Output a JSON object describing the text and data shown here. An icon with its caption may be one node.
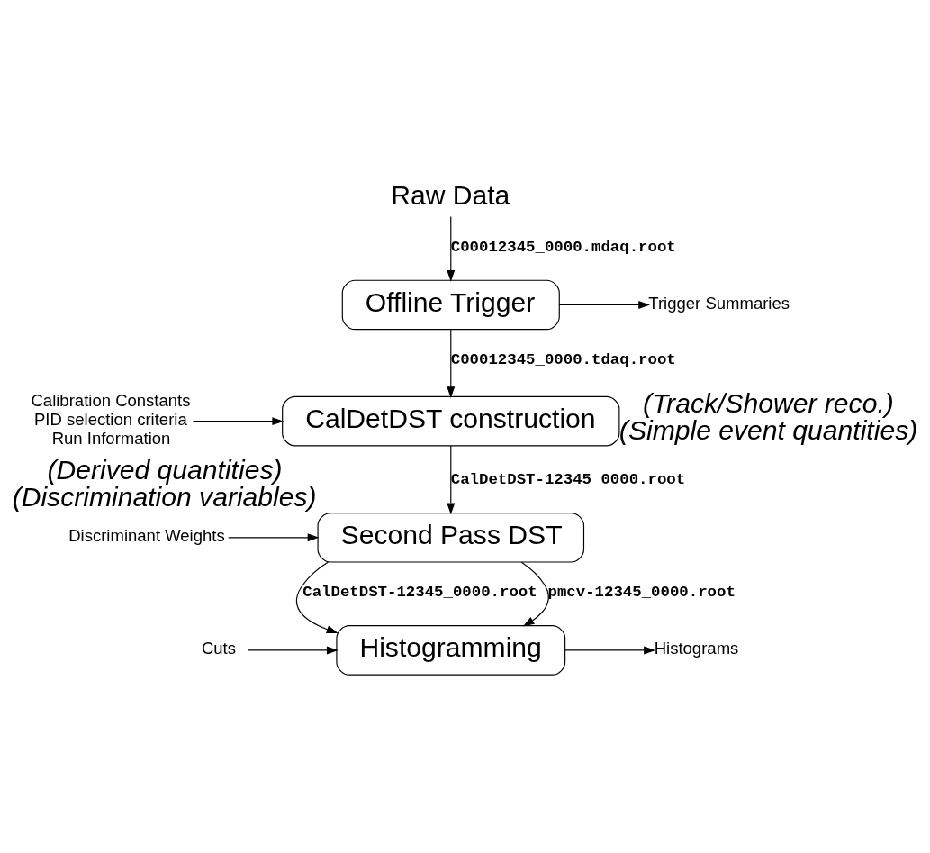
{
  "diagram": {
    "nodes": [
      {
        "text": [
          "Raw Data"
        ]
      },
      {
        "text": [
          "Offline Trigger"
        ]
      },
      {
        "text": [
          "Trigger Summaries"
        ]
      },
      {
        "text": [
          "Calibration Constants",
          "PID selection criteria",
          "Run Information"
        ]
      },
      {
        "text": [
          "CalDetDST construction"
        ],
        "beside": [
          "(Track/Shower reco.)",
          "(Simple event quantities)"
        ]
      },
      {
        "text": [
          "Discriminant Weights"
        ]
      },
      {
        "text": [
          "Second Pass DST"
        ],
        "beside": [
          "(Derived quantities)",
          "(Discrimination variables)"
        ]
      },
      {
        "text": [
          "Cuts"
        ]
      },
      {
        "text": [
          "Histogramming"
        ]
      },
      {
        "text": [
          "Histograms"
        ]
      }
    ],
    "edges": [
      {
        "from": 0,
        "to": 1,
        "arrow": "to",
        "label": "C00012345_0000.mdaq.root"
      },
      {
        "from": 1,
        "to": 2,
        "arrow": "to"
      },
      {
        "from": 1,
        "to": 4,
        "arrow": "to",
        "label": "C00012345_0000.tdaq.root"
      },
      {
        "from": 3,
        "to": 4,
        "arrow": "to"
      },
      {
        "from": 4,
        "to": 6,
        "arrow": "to",
        "label": "CalDetDST-12345_0000.root"
      },
      {
        "from": 5,
        "to": 6,
        "arrow": "to"
      },
      {
        "from": 6,
        "to": 8,
        "arrow": "to",
        "label": "CalDetDST-12345_0000.root"
      },
      {
        "from": 6,
        "to": 8,
        "arrow": "to",
        "label": "pmcv-12345_0000.root"
      },
      {
        "from": 7,
        "to": 8,
        "arrow": "to"
      },
      {
        "from": 8,
        "to": 9,
        "arrow": "to"
      }
    ]
  }
}
